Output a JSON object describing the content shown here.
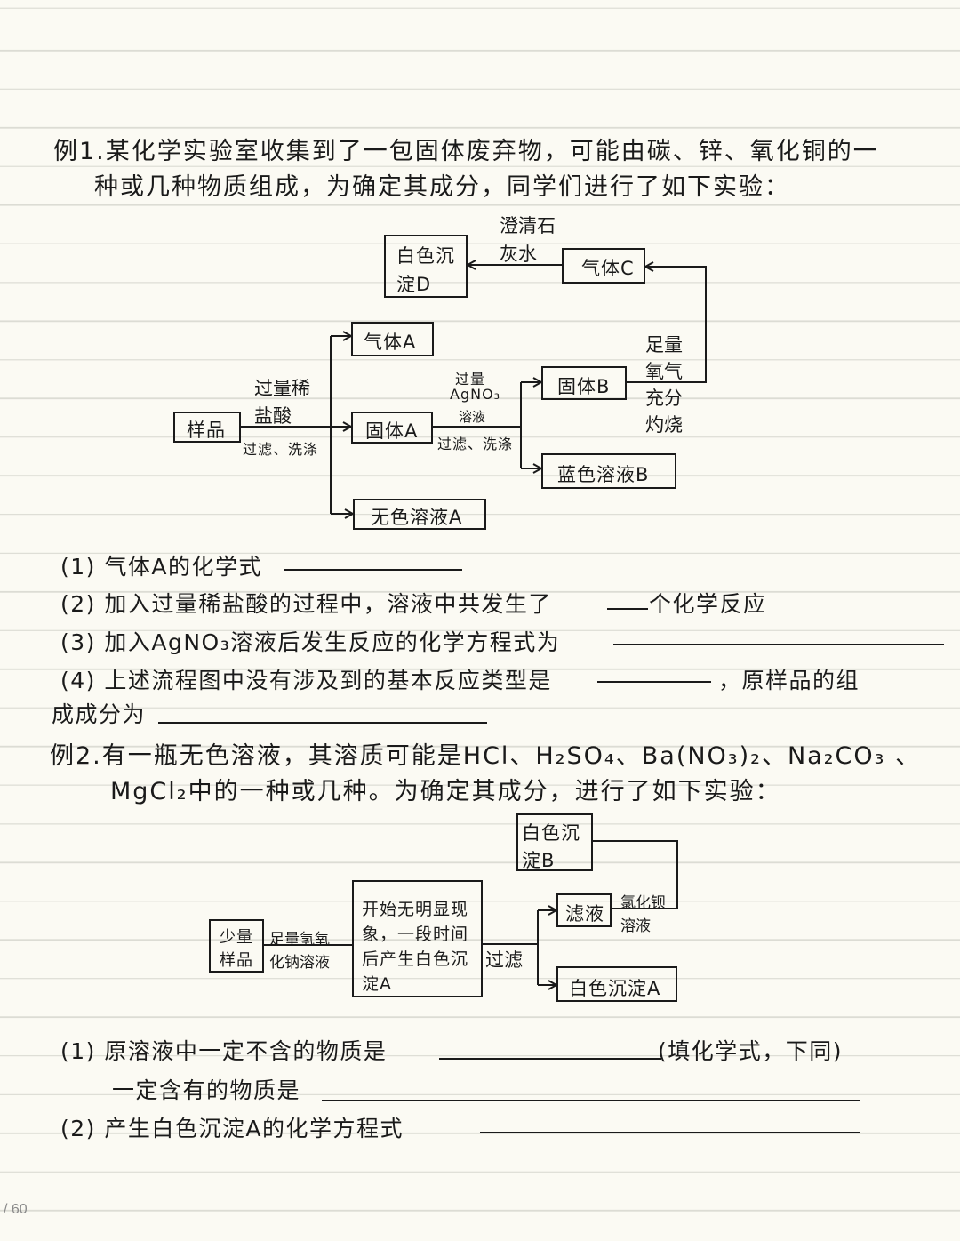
{
  "ex1": {
    "line1": "例1.某化学实验室收集到了一包固体废弃物，可能由碳、锌、氧化铜的一",
    "line2": "种或几种物质组成，为确定其成分，同学们进行了如下实验：",
    "flow": {
      "sample": "样品",
      "acid_top": "过量稀",
      "acid_bottom": "盐酸",
      "filter1": "过滤、洗涤",
      "gas_a": "气体A",
      "solid_a": "固体A",
      "solution_a": "无色溶液A",
      "agno3_1": "过量",
      "agno3_2": "AgNO₃",
      "agno3_3": "溶液",
      "filter2": "过滤、洗涤",
      "solid_b": "固体B",
      "blue_solution_b": "蓝色溶液B",
      "oxygen_1": "足量",
      "oxygen_2": "氧气",
      "oxygen_3": "充分",
      "oxygen_4": "灼烧",
      "gas_c": "气体C",
      "limewater_1": "澄清石",
      "limewater_2": "灰水",
      "ppt_d_1": "白色沉",
      "ppt_d_2": "淀D"
    },
    "q1": "(1) 气体A的化学式",
    "q2a": "(2) 加入过量稀盐酸的过程中，溶液中共发生了",
    "q2b": "个化学反应",
    "q3": "(3) 加入AgNO₃溶液后发生反应的化学方程式为",
    "q4a": "(4) 上述流程图中没有涉及到的基本反应类型是",
    "q4b": "，原样品的组",
    "q4c": "成成分为"
  },
  "ex2": {
    "line1": "例2.有一瓶无色溶液，其溶质可能是HCl、H₂SO₄、Ba(NO₃)₂、Na₂CO₃ 、",
    "line2": "MgCl₂中的一种或几种。为确定其成分，进行了如下实验：",
    "flow": {
      "sample_1": "少量",
      "sample_2": "样品",
      "naoh_1": "足量氢氧",
      "naoh_2": "化钠溶液",
      "obs_1": "开始无明显现",
      "obs_2": "象，一段时间",
      "obs_3": "后产生白色沉",
      "obs_4": "淀A",
      "filter": "过滤",
      "filtrate": "滤液",
      "bacl2_1": "氯化钡",
      "bacl2_2": "溶液",
      "ppt_b_1": "白色沉",
      "ppt_b_2": "淀B",
      "ppt_a": "白色沉淀A"
    },
    "q1a": "(1) 原溶液中一定不含的物质是",
    "q1b": "(填化学式，下同)",
    "q1c": "一定含有的物质是",
    "q2": "(2) 产生白色沉淀A的化学方程式"
  },
  "page_indicator": "/ 60"
}
